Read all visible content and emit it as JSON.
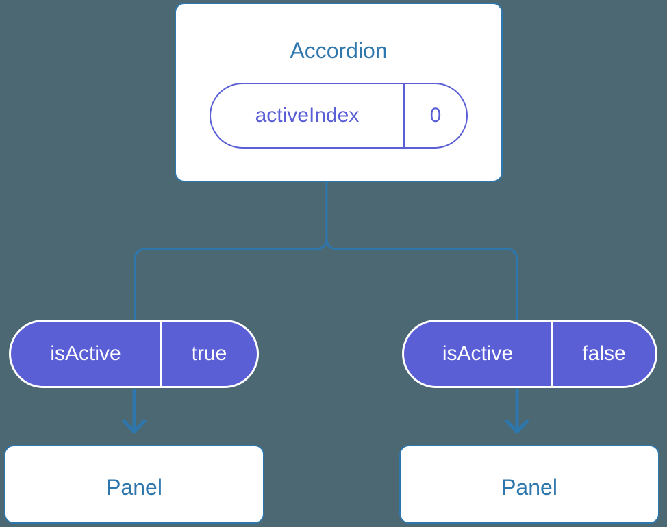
{
  "diagram": {
    "background_color": "#4c6872",
    "accent_blue": "#2e77ad",
    "accent_purple": "#5b5fd6",
    "nodes": {
      "accordion": {
        "title": "Accordion",
        "state_pill": {
          "key": "activeIndex",
          "value": "0"
        }
      },
      "branch_left": {
        "pill": {
          "key": "isActive",
          "value": "true"
        },
        "panel_title": "Panel"
      },
      "branch_right": {
        "pill": {
          "key": "isActive",
          "value": "false"
        },
        "panel_title": "Panel"
      }
    }
  }
}
